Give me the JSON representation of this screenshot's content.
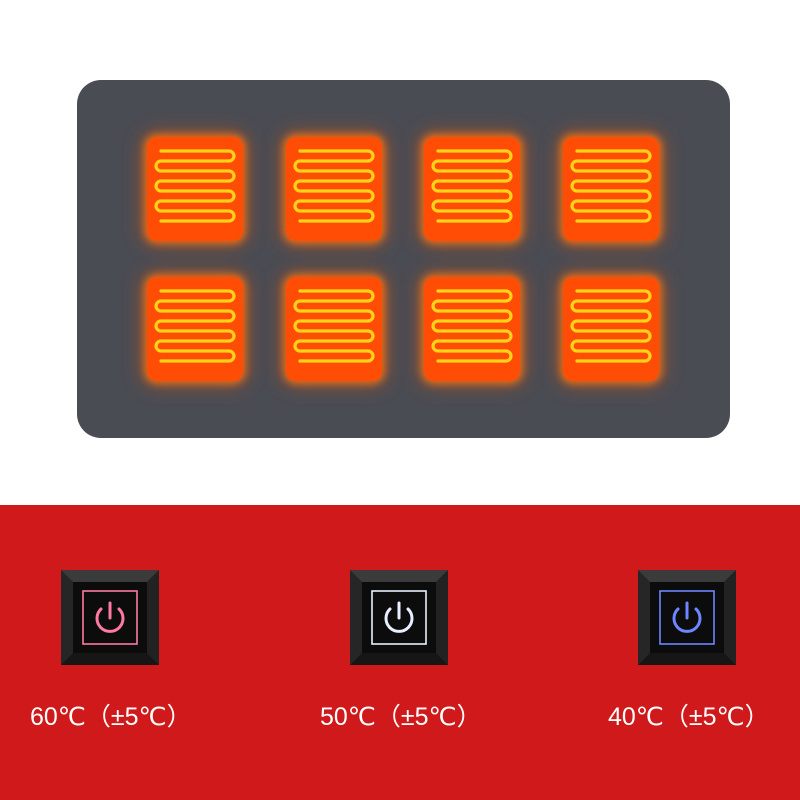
{
  "heating_panel": {
    "panel_color": "#4a4c53",
    "pad_color": "#ff4d05",
    "coil_color": "#ffd21a",
    "pad_count": 8
  },
  "modes": [
    {
      "label": "60℃（±5℃）",
      "glow_color": "#ff7aa0",
      "icon": "power-icon"
    },
    {
      "label": "50℃（±5℃）",
      "glow_color": "#e8f0ff",
      "icon": "power-icon"
    },
    {
      "label": "40℃（±5℃）",
      "glow_color": "#6e86ff",
      "icon": "power-icon"
    }
  ],
  "background_color": "#d0191b"
}
